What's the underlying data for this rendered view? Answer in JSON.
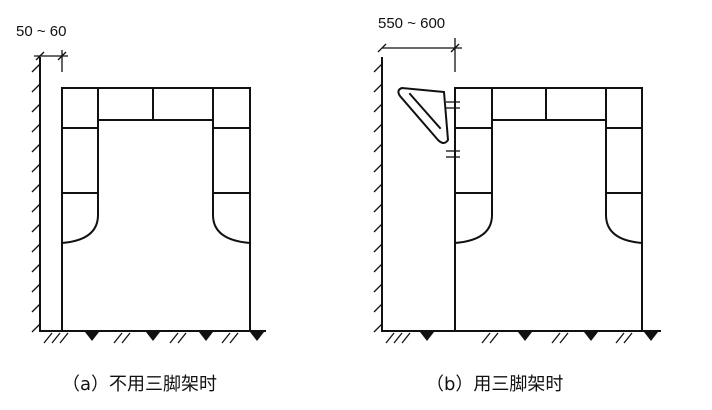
{
  "colors": {
    "ink": "#111111",
    "background": "#ffffff"
  },
  "panel_a": {
    "dimension_label": "50 ~ 60",
    "caption": "（a）不用三脚架时"
  },
  "panel_b": {
    "dimension_label": "550 ~ 600",
    "caption": "（b）用三脚架时"
  }
}
